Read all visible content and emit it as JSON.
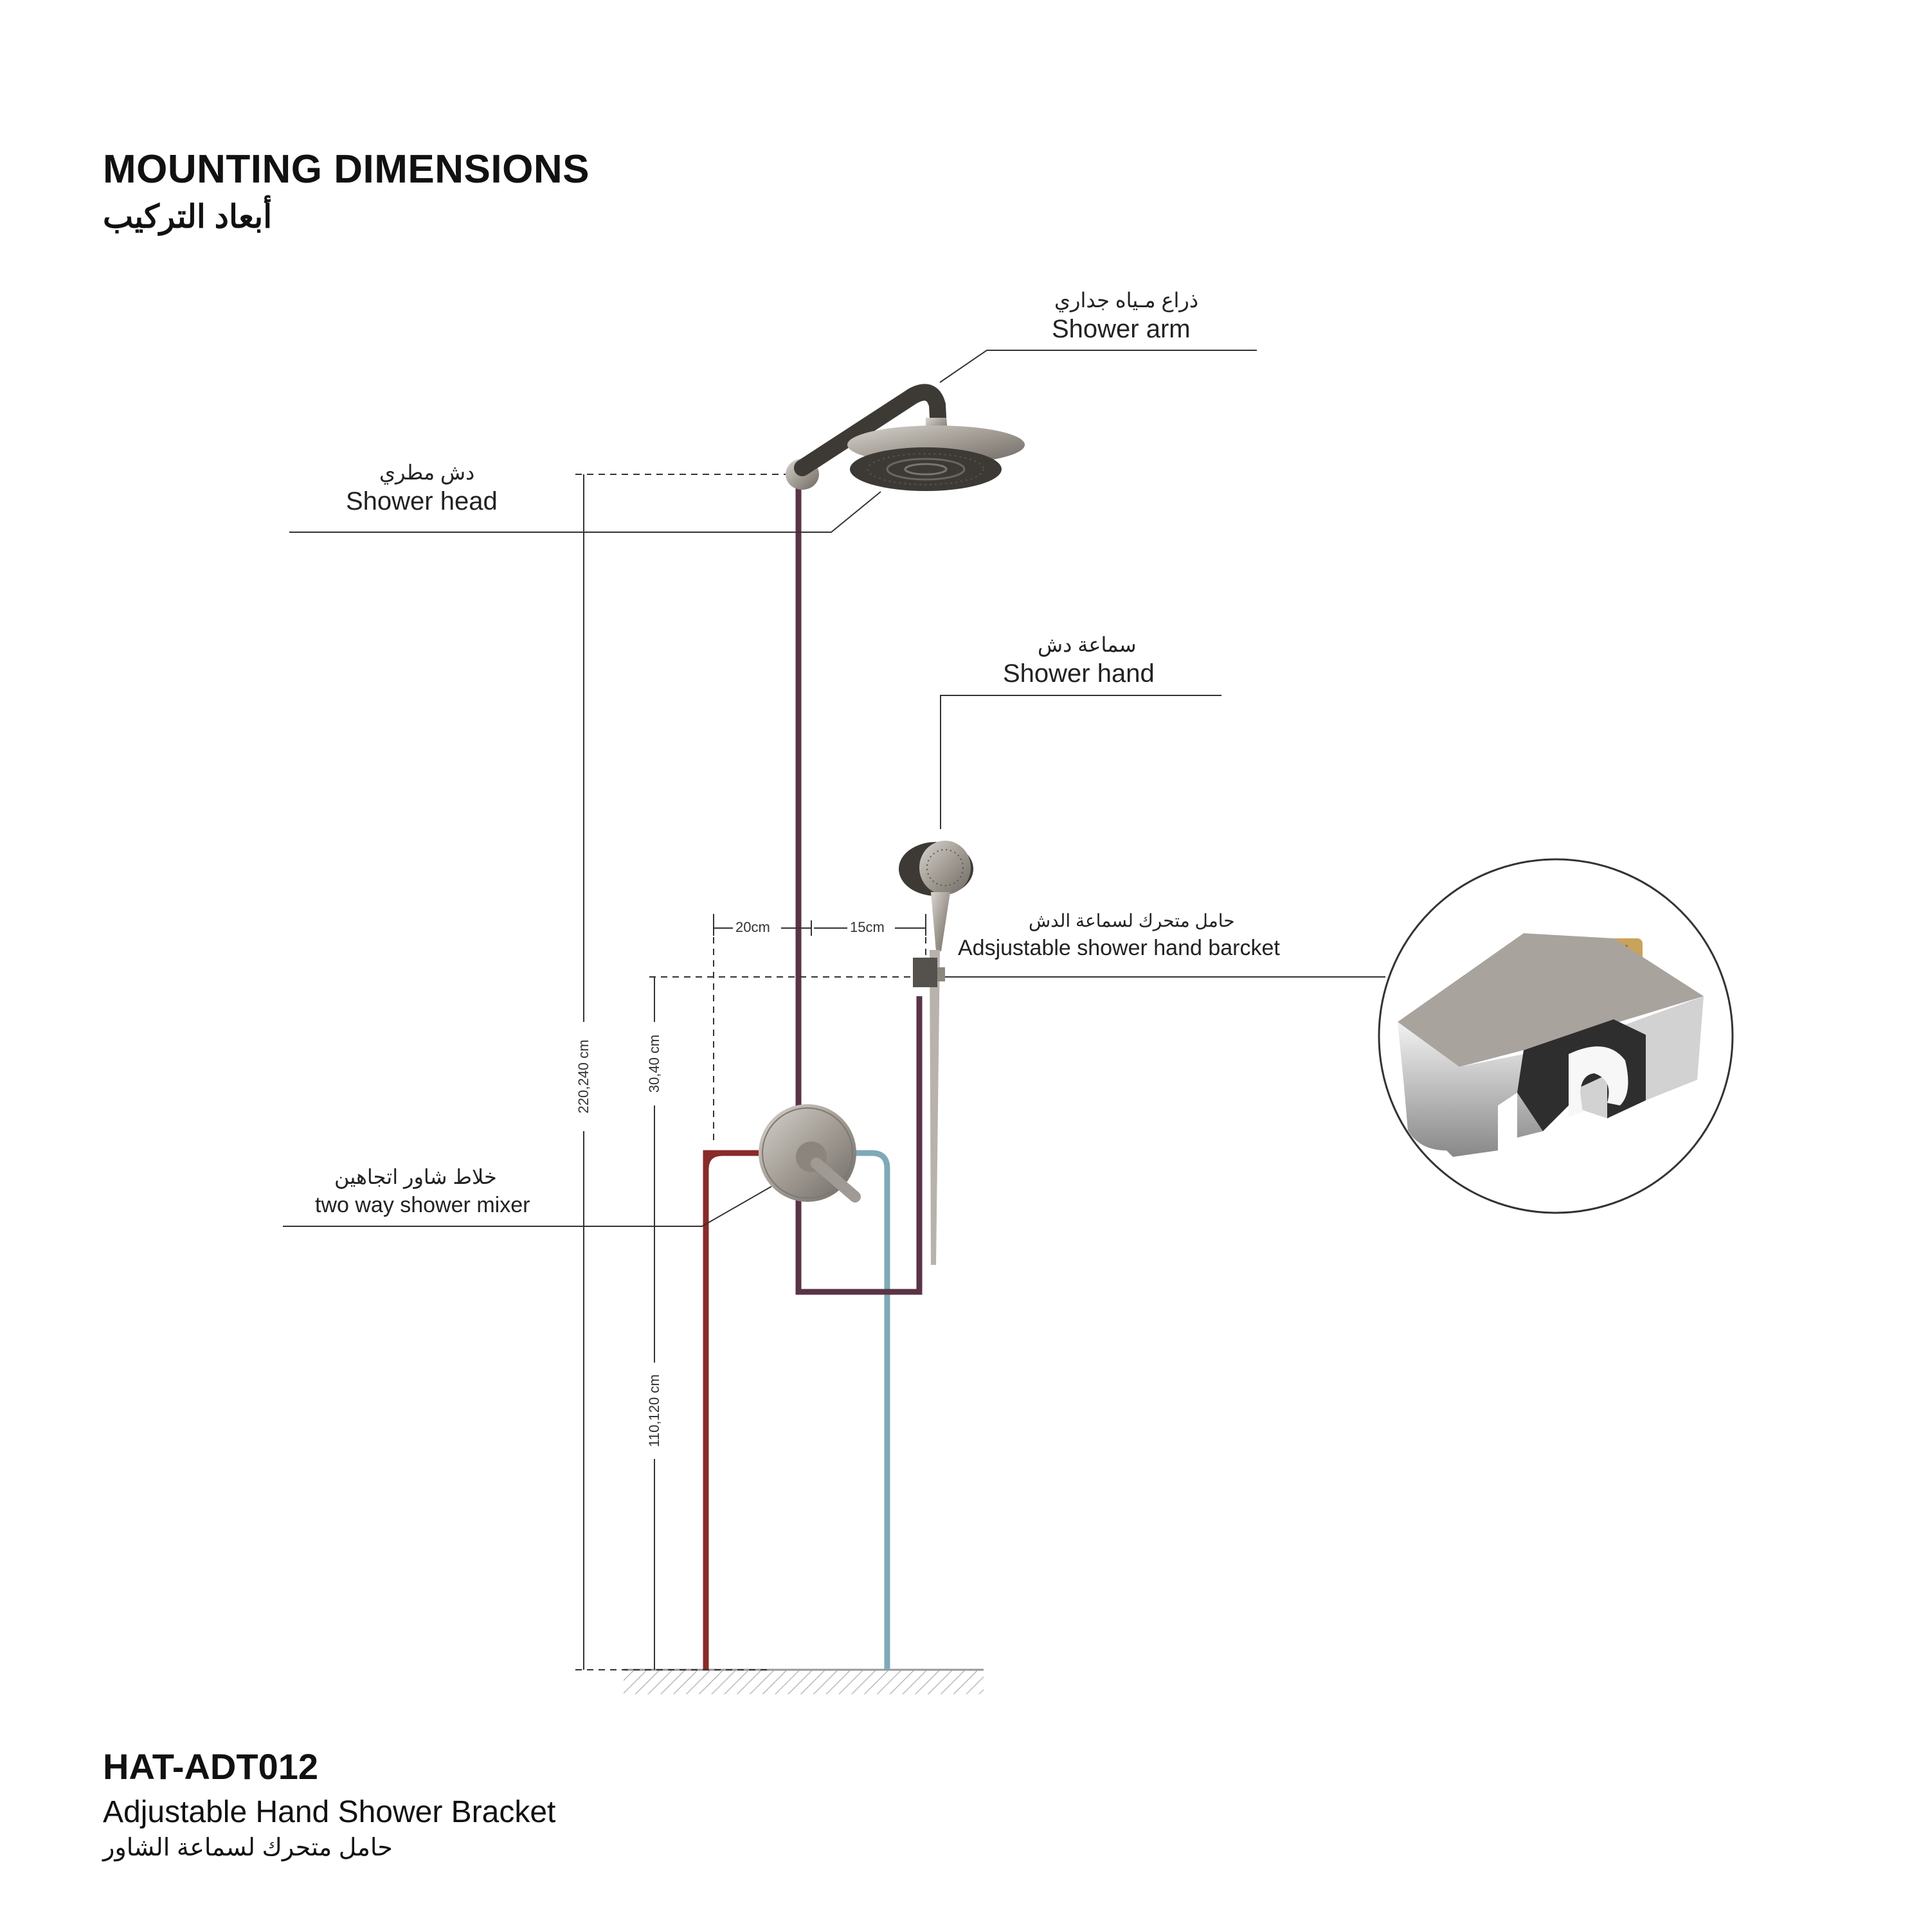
{
  "header": {
    "title": "MOUNTING DIMENSIONS",
    "title_ar": "أبعاد التركيب"
  },
  "labels": {
    "shower_arm": {
      "ar": "ذراع مـياه جداري",
      "en": "Shower arm"
    },
    "shower_head": {
      "ar": "دش مطري",
      "en": "Shower head"
    },
    "shower_hand": {
      "ar": "سماعة دش",
      "en": "Shower hand"
    },
    "bracket": {
      "ar": "حامل متحرك لسماعة الدش",
      "en": "Adsjustable shower hand barcket"
    },
    "mixer": {
      "ar": "خلاط شاور اتجاهين",
      "en": "two way shower mixer"
    }
  },
  "dimensions": {
    "total_height": "220,240 cm",
    "bracket_height": "30,40 cm",
    "mixer_height": "110,120 cm",
    "offset_left": "20cm",
    "offset_right": "15cm"
  },
  "footer": {
    "model": "HAT-ADT012",
    "product": "Adjustable Hand Shower Bracket",
    "product_ar": "حامل متحرك لسماعة الشاور"
  },
  "colors": {
    "hot_pipe": "#8a2a2a",
    "cold_pipe": "#7fa9b8",
    "mixed_pipe": "#5a3346",
    "metal": "#9a948c",
    "dark_metal": "#3d3a36"
  }
}
